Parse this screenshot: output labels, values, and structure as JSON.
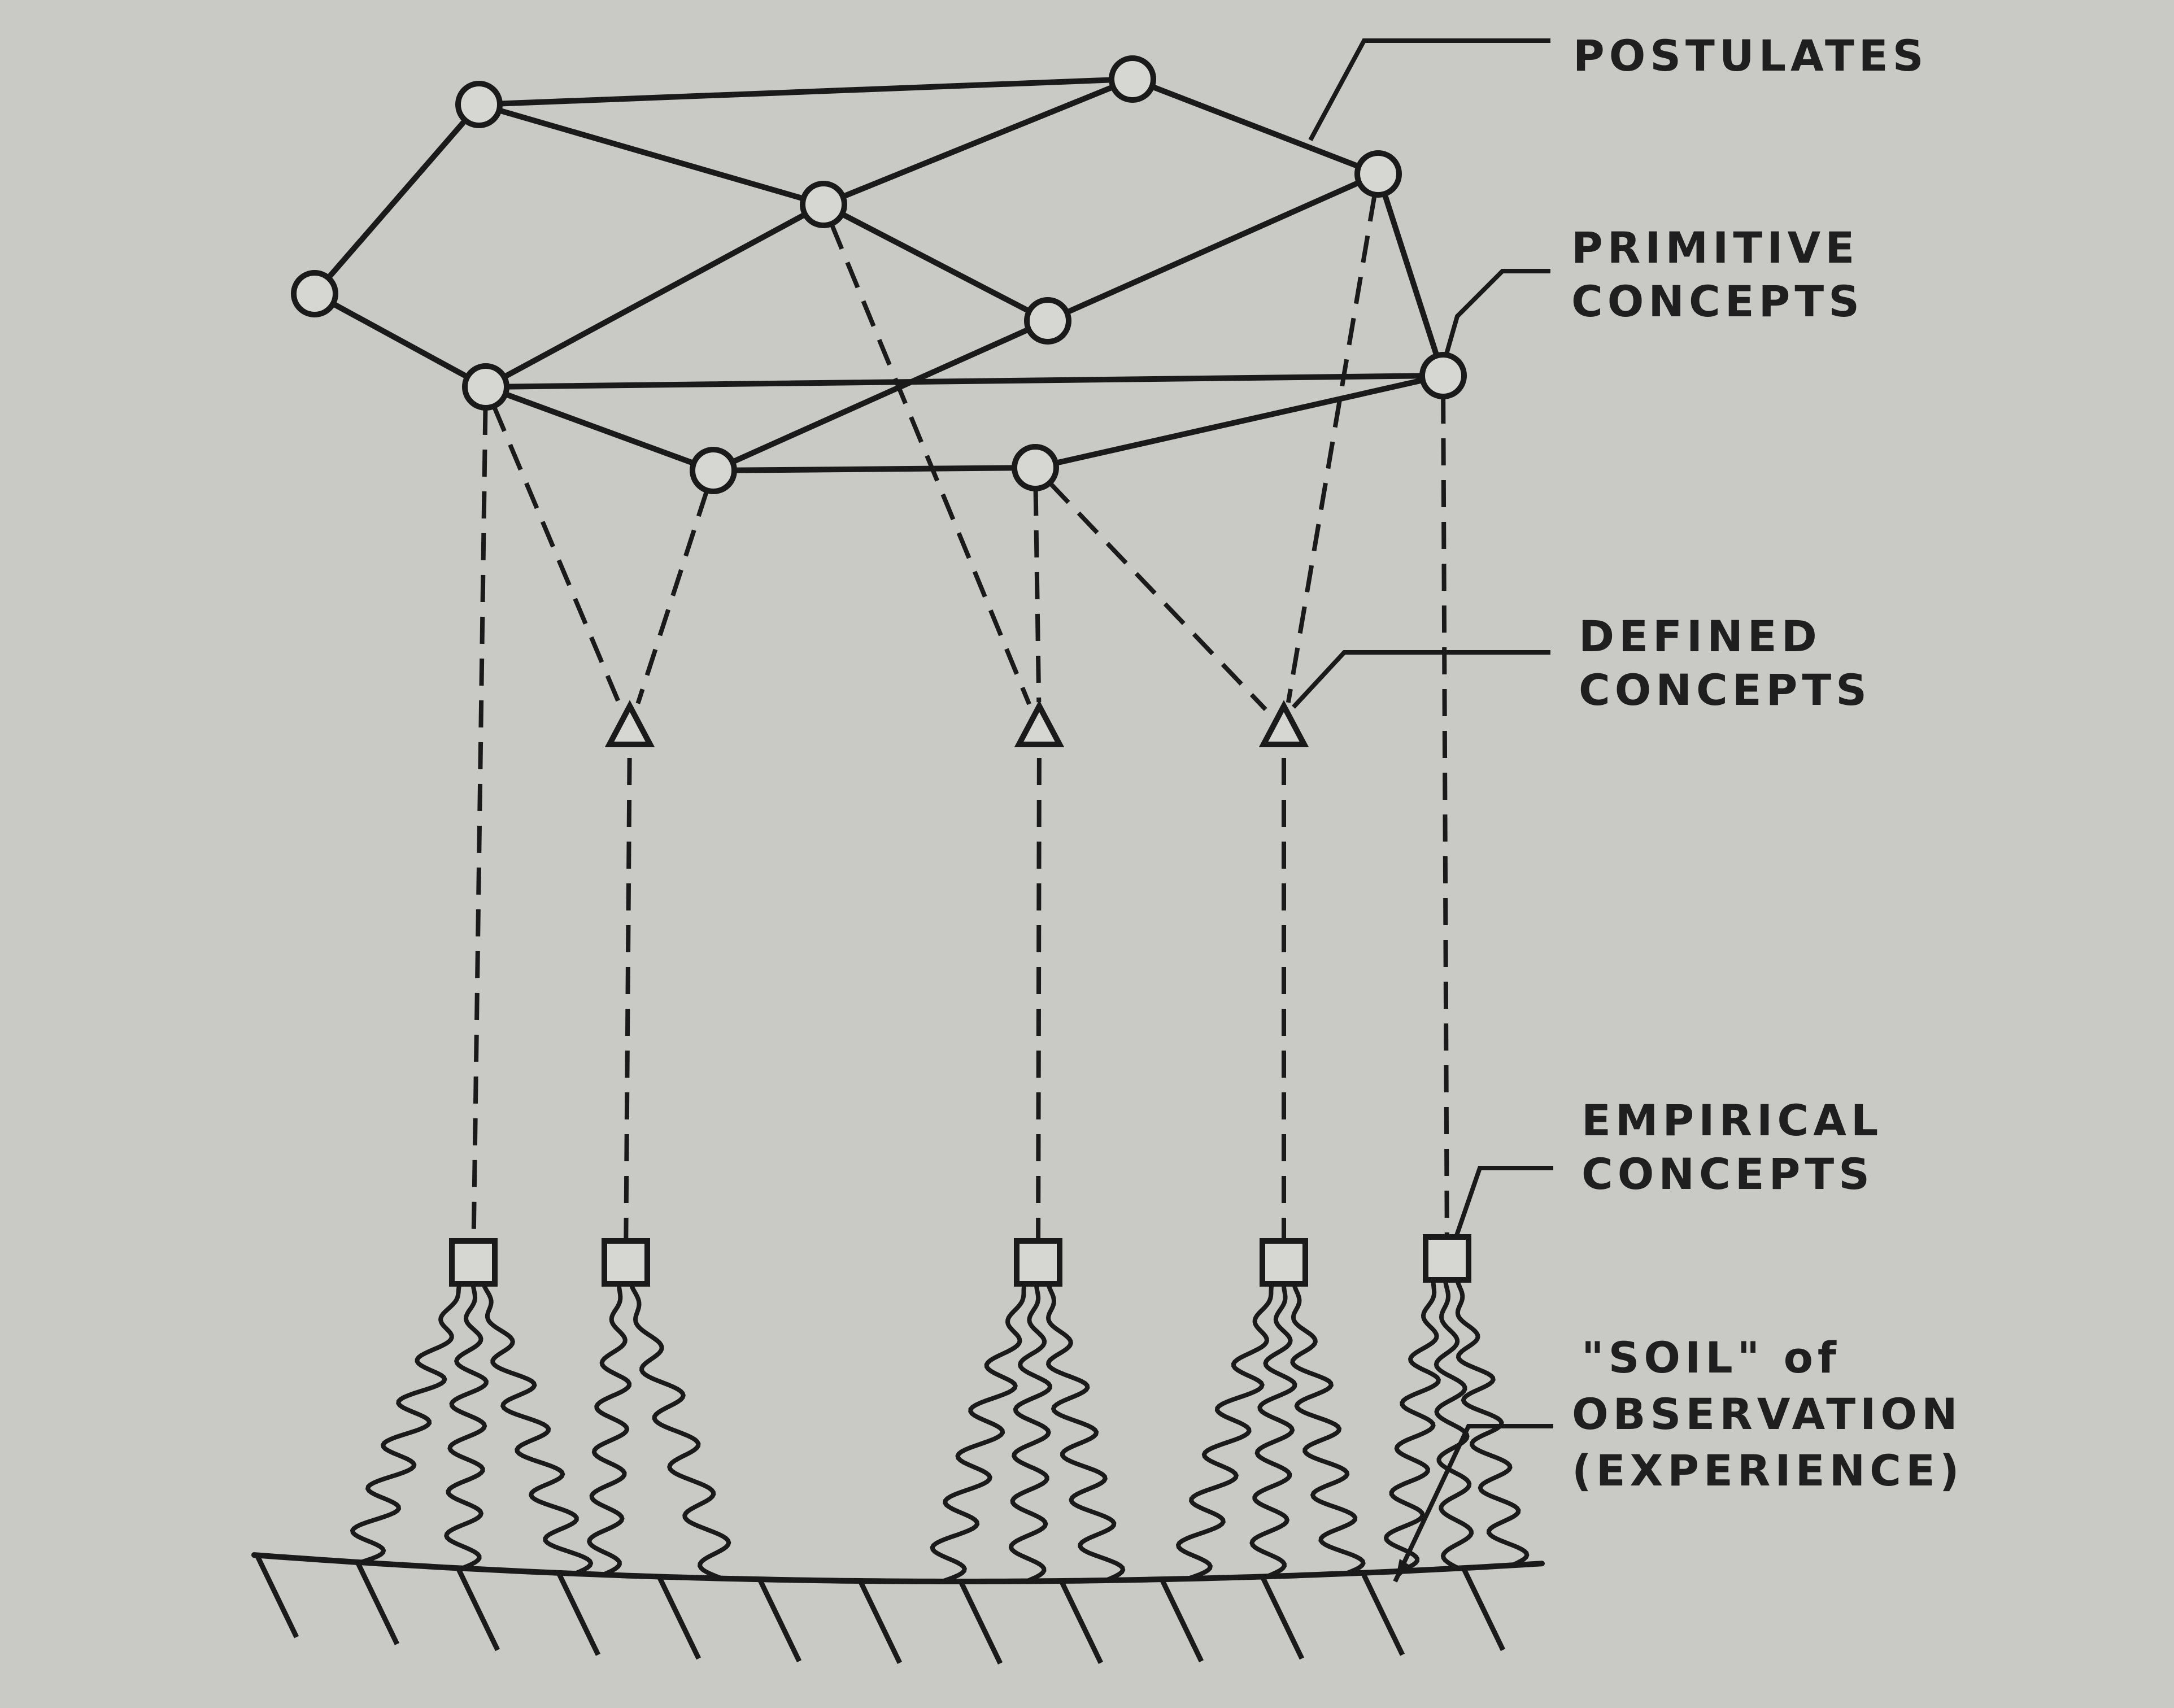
{
  "labels": {
    "postulates": [
      "POSTULATES"
    ],
    "primitive": [
      "PRIMITIVE",
      "CONCEPTS"
    ],
    "defined": [
      "DEFINED",
      "CONCEPTS"
    ],
    "empirical": [
      "EMPIRICAL",
      "CONCEPTS"
    ],
    "soil": [
      "\"SOIL\" of",
      "OBSERVATION",
      "(EXPERIENCE)"
    ]
  },
  "nodes": {
    "primitive": [
      "p1",
      "p2",
      "p3",
      "p4",
      "p5",
      "p6",
      "p7",
      "p8",
      "p9",
      "p10"
    ],
    "defined": [
      "d1",
      "d2",
      "d3"
    ],
    "empirical": [
      "e1",
      "e2",
      "e3",
      "e4",
      "e5"
    ]
  },
  "edges": {
    "postulates": [
      [
        "p1",
        "p2"
      ],
      [
        "p1",
        "p3"
      ],
      [
        "p1",
        "p4"
      ],
      [
        "p2",
        "p3"
      ],
      [
        "p2",
        "p5"
      ],
      [
        "p3",
        "p6"
      ],
      [
        "p3",
        "p7"
      ],
      [
        "p4",
        "p6"
      ],
      [
        "p5",
        "p7"
      ],
      [
        "p5",
        "p8"
      ],
      [
        "p6",
        "p9"
      ],
      [
        "p6",
        "p8"
      ],
      [
        "p9",
        "p7"
      ],
      [
        "p9",
        "p10"
      ],
      [
        "p10",
        "p8"
      ]
    ],
    "definitions": [
      [
        "p6",
        "d1"
      ],
      [
        "p9",
        "d1"
      ],
      [
        "p3",
        "d2"
      ],
      [
        "p10",
        "d2"
      ],
      [
        "p10",
        "d3"
      ],
      [
        "p5",
        "d3"
      ]
    ],
    "correspondence": [
      [
        "p6",
        "e1"
      ],
      [
        "d1",
        "e2"
      ],
      [
        "d2",
        "e3"
      ],
      [
        "d3",
        "e4"
      ],
      [
        "p8",
        "e5"
      ]
    ]
  }
}
